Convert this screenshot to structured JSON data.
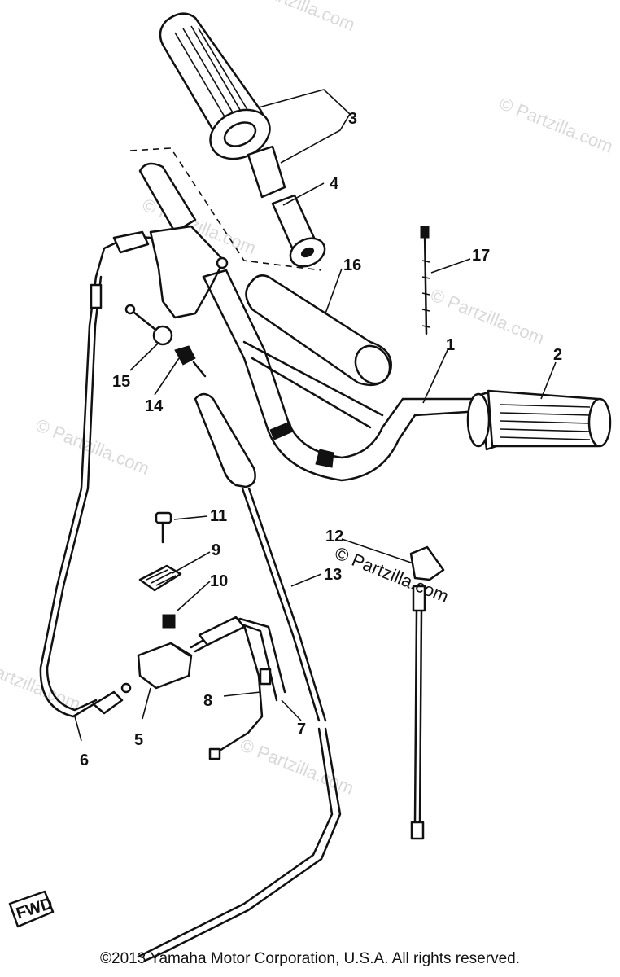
{
  "parts": [
    {
      "id": "1",
      "label": "1"
    },
    {
      "id": "2",
      "label": "2"
    },
    {
      "id": "3",
      "label": "3"
    },
    {
      "id": "4",
      "label": "4"
    },
    {
      "id": "5",
      "label": "5"
    },
    {
      "id": "6",
      "label": "6"
    },
    {
      "id": "7",
      "label": "7"
    },
    {
      "id": "8",
      "label": "8"
    },
    {
      "id": "9",
      "label": "9"
    },
    {
      "id": "10",
      "label": "10"
    },
    {
      "id": "11",
      "label": "11"
    },
    {
      "id": "12",
      "label": "12"
    },
    {
      "id": "13",
      "label": "13"
    },
    {
      "id": "14",
      "label": "14"
    },
    {
      "id": "15",
      "label": "15"
    },
    {
      "id": "16",
      "label": "16"
    },
    {
      "id": "17",
      "label": "17"
    }
  ],
  "badge": {
    "text": "FWD"
  },
  "watermark": {
    "text": "© Partzilla.com"
  },
  "copyright": "©2013  Yamaha Motor Corporation, U.S.A. All rights reserved."
}
